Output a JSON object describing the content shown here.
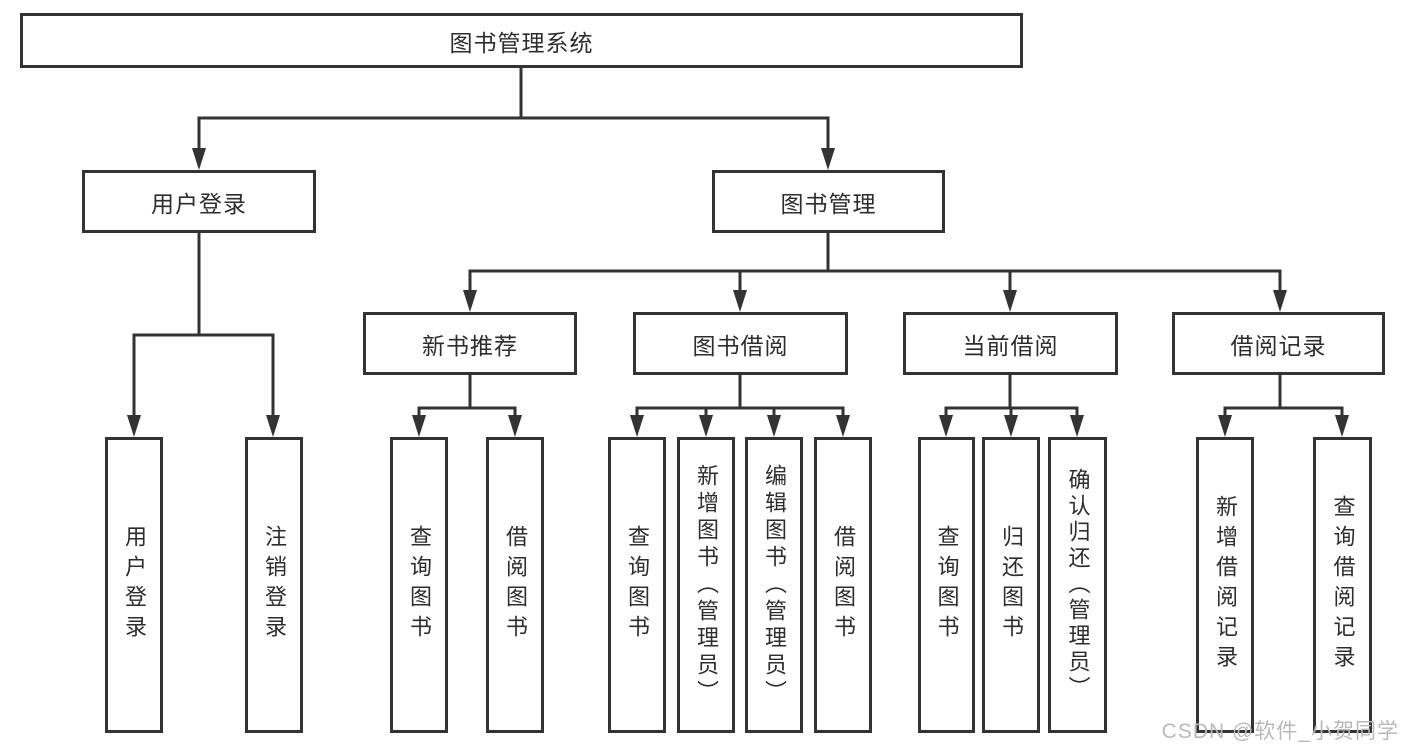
{
  "diagram": {
    "root": {
      "label": "图书管理系统"
    },
    "level2": [
      {
        "label": "用户登录"
      },
      {
        "label": "图书管理"
      }
    ],
    "level3": [
      {
        "label": "新书推荐"
      },
      {
        "label": "图书借阅"
      },
      {
        "label": "当前借阅"
      },
      {
        "label": "借阅记录"
      }
    ],
    "leaves": [
      {
        "label": "用户登录"
      },
      {
        "label": "注销登录"
      },
      {
        "label": "查询图书"
      },
      {
        "label": "借阅图书"
      },
      {
        "label": "查询图书"
      },
      {
        "label": "新增图书（管理员）"
      },
      {
        "label": "编辑图书（管理员）"
      },
      {
        "label": "借阅图书"
      },
      {
        "label": "查询图书"
      },
      {
        "label": "归还图书"
      },
      {
        "label": "确认归还（管理员）"
      },
      {
        "label": "新增借阅记录"
      },
      {
        "label": "查询借阅记录"
      }
    ]
  },
  "watermark": {
    "text": "CSDN @软件_小贺同学"
  },
  "colors": {
    "line": "#333333",
    "box_border": "#333333",
    "text": "#2d2d2d",
    "background": "#ffffff",
    "watermark": "#b9b9b9"
  }
}
